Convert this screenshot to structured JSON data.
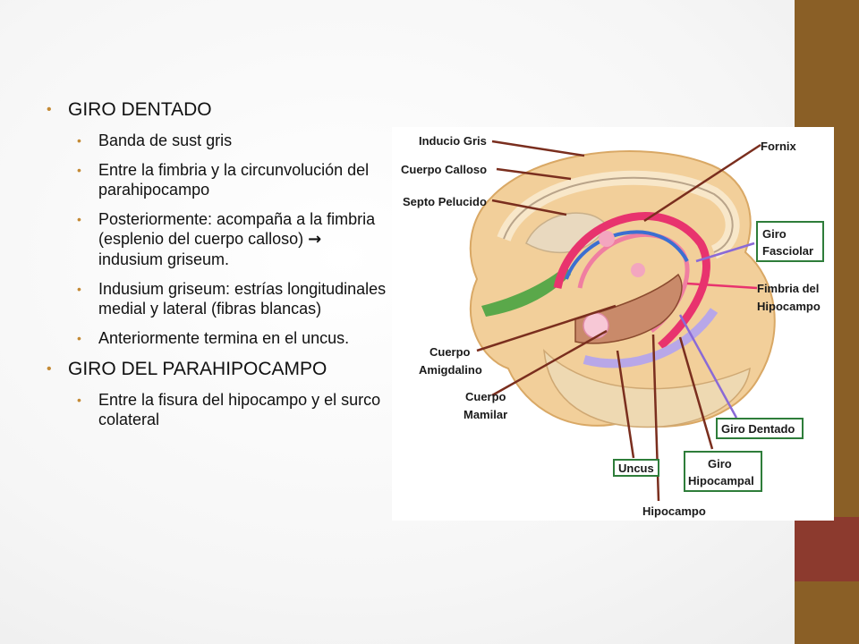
{
  "slide": {
    "bullets": [
      {
        "text": "GIRO DENTADO",
        "children": [
          "Banda de sust gris",
          "Entre la fimbria y la circunvolución del parahipocampo",
          "Posteriormente: acompaña a la fimbria (esplenio del cuerpo calloso)",
          "Indusium griseum: estrías longitudinales medial y lateral (fibras blancas)",
          "Anteriormente termina en el uncus."
        ],
        "arrow_suffix": "indusium griseum."
      },
      {
        "text": "GIRO DEL PARAHIPOCAMPO",
        "children": [
          "Entre la fisura del hipocampo y el surco colateral"
        ]
      }
    ]
  },
  "figure": {
    "labels": {
      "inducio_gris": "Inducio Gris",
      "cuerpo_calloso": "Cuerpo Calloso",
      "septo_pelucido": "Septo Pelucido",
      "fornix": "Fornix",
      "giro_fasciolar_1": "Giro",
      "giro_fasciolar_2": "Fasciolar",
      "fimbria_1": "Fimbria del",
      "fimbria_2": "Hipocampo",
      "amigdalino_1": "Cuerpo",
      "amigdalino_2": "Amigdalino",
      "mamilar_1": "Cuerpo",
      "mamilar_2": "Mamilar",
      "giro_dentado": "Giro Dentado",
      "uncus": "Uncus",
      "giro_hipocampal_1": "Giro",
      "giro_hipocampal_2": "Hipocampal",
      "hipocampo": "Hipocampo"
    },
    "colors": {
      "brain_tissue": "#f2cf9a",
      "fornix_pink": "#e8336e",
      "leader_brown": "#7a2e1e",
      "leader_purple": "#8a6ad6",
      "box_green": "#2e7d3a",
      "septum_green": "#5aa84a"
    }
  }
}
